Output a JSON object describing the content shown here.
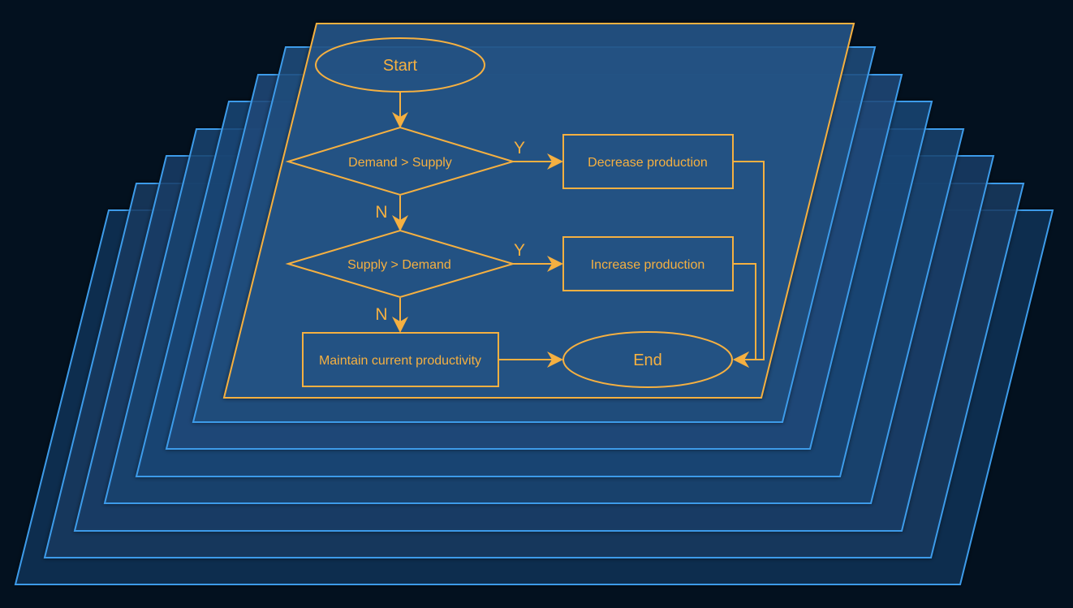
{
  "colors": {
    "background": "#03111f",
    "layer_stroke": "#3d9be9",
    "layer_fill": "#1a4a7a",
    "top_layer_stroke": "#f5b041",
    "flow": "#f5b041"
  },
  "nodes": {
    "start": "Start",
    "decision_demand": "Demand > Supply",
    "decrease": "Decrease production",
    "decision_supply": "Supply > Demand",
    "increase": "Increase production",
    "maintain": "Maintain current productivity",
    "end": "End"
  },
  "edge_labels": {
    "demand_yes": "Y",
    "demand_no": "N",
    "supply_yes": "Y",
    "supply_no": "N"
  }
}
